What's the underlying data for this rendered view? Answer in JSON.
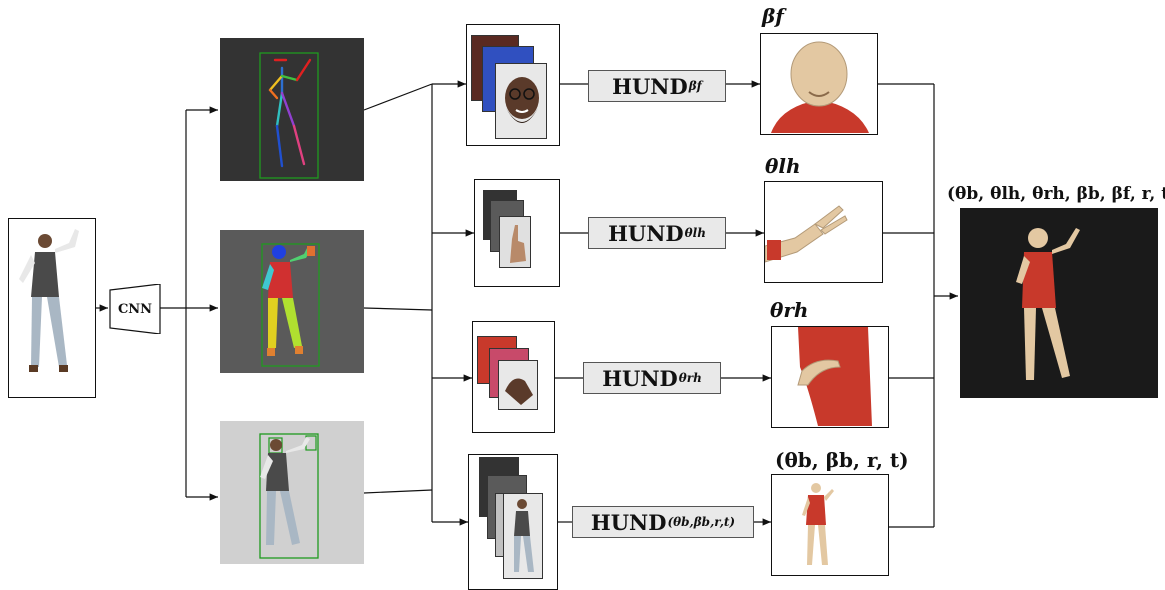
{
  "encoder": {
    "label": "CNN"
  },
  "experts": [
    {
      "main": "HUND",
      "sub": "βf",
      "output": "βf"
    },
    {
      "main": "HUND",
      "sub": "θlh",
      "output": "θlh"
    },
    {
      "main": "HUND",
      "sub": "θrh",
      "output": "θrh"
    },
    {
      "main": "HUND",
      "sub": "(θb,βb,r,t)",
      "output": "(θb, βb, r, t)"
    }
  ],
  "final_output": {
    "label": "(θb, θlh, θrh, βb, βf, r, t)"
  },
  "colors": {
    "dark_panel": "#333333",
    "mid_panel": "#5a5a5a",
    "light_panel": "#d0d0d0",
    "bbox_green": "#1f9a1f",
    "mesh_skin": "#e3c8a2",
    "mesh_shirt": "#c8392b",
    "hund_box": "#e9e9e9"
  }
}
